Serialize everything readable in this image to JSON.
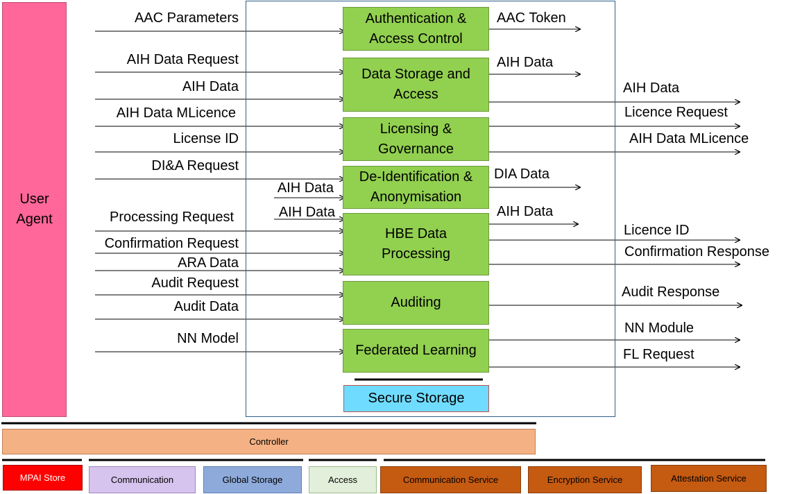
{
  "user_agent": "User\nAgent",
  "modules": [
    {
      "id": "aac",
      "label": "Authentication &\nAccess Control"
    },
    {
      "id": "dsa",
      "label": "Data Storage and\nAccess"
    },
    {
      "id": "lg",
      "label": "Licensing &\nGovernance"
    },
    {
      "id": "dia",
      "label": "De-Identification &\nAnonymisation"
    },
    {
      "id": "hbe",
      "label": "HBE Data\nProcessing"
    },
    {
      "id": "aud",
      "label": "Auditing"
    },
    {
      "id": "fl",
      "label": "Federated Learning"
    }
  ],
  "secure_storage": "Secure Storage",
  "controller": "Controller",
  "services": [
    "MPAI Store",
    "Communication",
    "Global Storage",
    "Access",
    "Communication Service",
    "Encryption Service",
    "Attestation Service"
  ],
  "inputs": [
    "AAC Parameters",
    "AIH Data Request",
    "AIH Data",
    "AIH Data MLicence",
    "License ID",
    "DI&A Request",
    "AIH Data",
    "AIH Data",
    "Processing Request",
    "Confirmation Request",
    "ARA Data",
    "Audit Request",
    "Audit Data",
    "NN Model"
  ],
  "outputs_short": [
    "AAC Token",
    "AIH Data",
    "DIA Data",
    "AIH Data"
  ],
  "outputs_long": [
    "AIH Data",
    "Licence Request",
    "AIH Data MLicence",
    "Licence ID",
    "Confirmation Response",
    "Audit Response",
    "NN Module",
    "FL Request"
  ]
}
